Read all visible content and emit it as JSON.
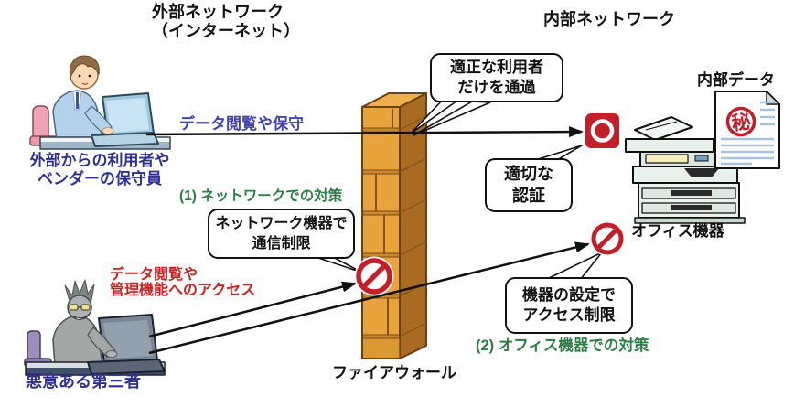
{
  "titles": {
    "external_network": "外部ネットワーク\n（インターネット）",
    "internal_network": "内部ネットワーク"
  },
  "actors": {
    "external_user": "外部からの利用者や\nベンダーの保守員",
    "malicious_third_party": "悪意ある第三者"
  },
  "flows": {
    "legitimate_access": "データ閲覧や保守",
    "malicious_access": "データ閲覧や\n管理機能へのアクセス"
  },
  "callouts": {
    "pass_filter": "適正な利用者\nだけを通過",
    "proper_auth": "適切な\n認証",
    "network_restriction": "ネットワーク機器で\n通信制限",
    "device_restriction": "機器の設定で\nアクセス制限"
  },
  "measures": {
    "network": "(1) ネットワークでの対策",
    "office_device": "(2) オフィス機器での対策"
  },
  "objects": {
    "firewall_label": "ファイアウォール",
    "office_device_label": "オフィス機器",
    "internal_data_label": "内部データ",
    "confidential_stamp": "秘"
  },
  "colors": {
    "legit_flow_text": "#4343B5",
    "malicious_flow_text": "#CC2222",
    "actor_label_text": "#2F2F8F",
    "measure_text": "#2E7D46",
    "allow_icon_red": "#C41E28",
    "prohibit_icon_red": "#C41E28",
    "stamp_red": "#C41E28",
    "firewall_front": "#E8A33C",
    "firewall_side": "#A96A22",
    "firewall_top": "#EDB04C",
    "firewall_outline": "#6B4016"
  }
}
